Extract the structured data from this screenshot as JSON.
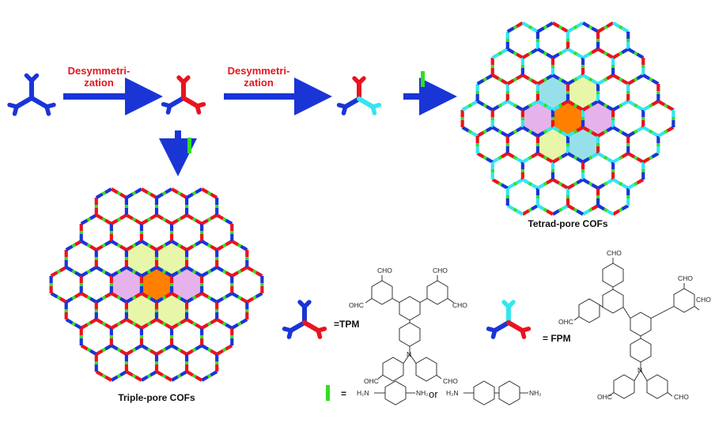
{
  "figure": {
    "step1_label": [
      "Desymmetri-",
      "zation"
    ],
    "step2_label": [
      "Desymmetri-",
      "zation"
    ],
    "tetrad_title": "Tetrad-pore COFs",
    "triple_title": "Triple-pore COFs",
    "tpm_label": "=TPM",
    "fpm_label": "= FPM",
    "linker_eq": "=",
    "or_text": "or"
  },
  "chem": {
    "tpm": [
      "CHO",
      "CHO",
      "OHC",
      "CHO",
      "OHC",
      "CHO"
    ],
    "fpm": [
      "CHO",
      "CHO",
      "OHC",
      "CHO",
      "OHC",
      "CHO"
    ],
    "amine": [
      "H₂N",
      "NH₂",
      "H₂N",
      "NH₂"
    ],
    "n_atom": [
      "N",
      "N"
    ]
  },
  "colors": {
    "blue": "#1a35d6",
    "red": "#e8141e",
    "cyan": "#33e6ee",
    "green": "#33dd22",
    "orange": "#ff7f00",
    "pink": "#e0a4e8",
    "yellow": "#e4f59a",
    "cyan_pore": "#85dbe6"
  }
}
